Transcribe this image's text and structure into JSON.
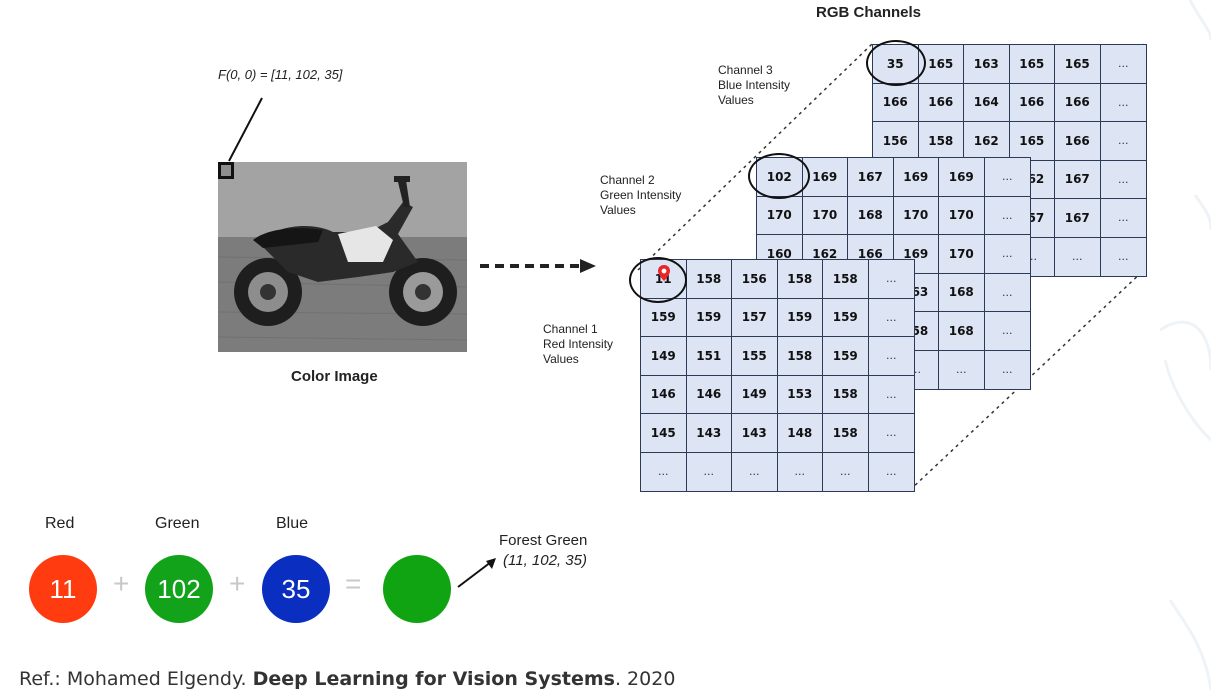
{
  "title": "RGB Channels",
  "pixel_formula": "F(0, 0) = [11, 102, 35]",
  "image_caption": "Color Image",
  "channels": {
    "blue": {
      "label": "Channel 3\nBlue Intensity\nValues"
    },
    "green": {
      "label": "Channel 2\nGreen Intensity\nValues"
    },
    "red": {
      "label": "Channel 1\nRed Intensity\nValues"
    }
  },
  "blue_grid": [
    [
      "35",
      "165",
      "163",
      "165",
      "165",
      "..."
    ],
    [
      "166",
      "166",
      "164",
      "166",
      "166",
      "..."
    ],
    [
      "156",
      "158",
      "162",
      "165",
      "166",
      "..."
    ],
    [
      "",
      "",
      "",
      "162",
      "167",
      "..."
    ],
    [
      "",
      "",
      "",
      "157",
      "167",
      "..."
    ],
    [
      "",
      "",
      "",
      "...",
      "...",
      "..."
    ]
  ],
  "green_grid": [
    [
      "102",
      "169",
      "167",
      "169",
      "169",
      "..."
    ],
    [
      "170",
      "170",
      "168",
      "170",
      "170",
      "..."
    ],
    [
      "160",
      "162",
      "166",
      "169",
      "170",
      "..."
    ],
    [
      "",
      "",
      "",
      "163",
      "168",
      "..."
    ],
    [
      "",
      "",
      "",
      "158",
      "168",
      "..."
    ],
    [
      "",
      "",
      "",
      "...",
      "...",
      "..."
    ]
  ],
  "red_grid": [
    [
      "11",
      "158",
      "156",
      "158",
      "158",
      "..."
    ],
    [
      "159",
      "159",
      "157",
      "159",
      "159",
      "..."
    ],
    [
      "149",
      "151",
      "155",
      "158",
      "159",
      "..."
    ],
    [
      "146",
      "146",
      "149",
      "153",
      "158",
      "..."
    ],
    [
      "145",
      "143",
      "143",
      "148",
      "158",
      "..."
    ],
    [
      "...",
      "...",
      "...",
      "...",
      "...",
      "..."
    ]
  ],
  "mix": {
    "red": {
      "label": "Red",
      "value": "11",
      "color": "#ff3b0f"
    },
    "green": {
      "label": "Green",
      "value": "102",
      "color": "#12a31a"
    },
    "blue": {
      "label": "Blue",
      "value": "35",
      "color": "#0a2fc0"
    },
    "plus": "+",
    "equals": "=",
    "result": {
      "name": "Forest Green",
      "value": "(11, 102, 35)",
      "color": "#10a412"
    }
  },
  "reference": {
    "prefix": "Ref.: Mohamed Elgendy. ",
    "book": "Deep Learning for Vision Systems",
    "suffix": ". 2020"
  }
}
